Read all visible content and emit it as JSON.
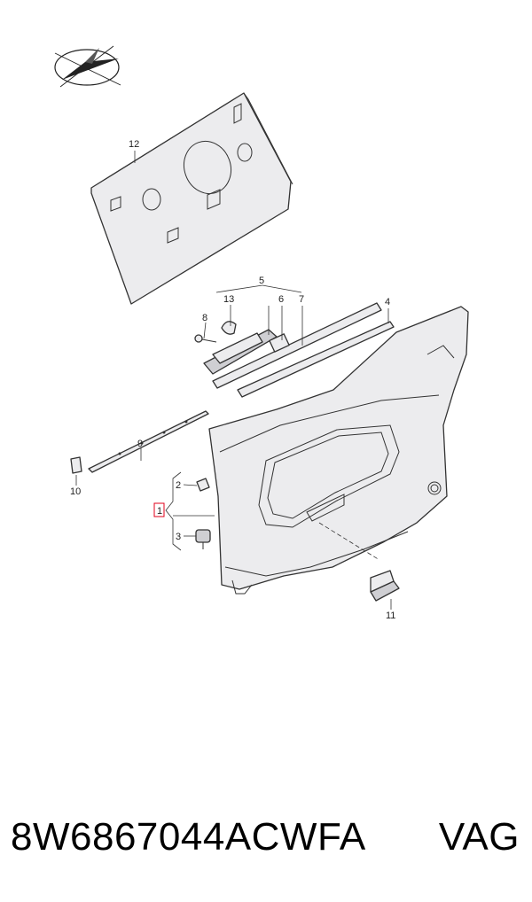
{
  "diagram": {
    "callouts": {
      "c1": "1",
      "c2": "2",
      "c3": "3",
      "c4": "4",
      "c5": "5",
      "c6": "6",
      "c7": "7",
      "c8": "8",
      "c9": "9",
      "c10": "10",
      "c11": "11",
      "c12": "12",
      "c13": "13"
    },
    "highlight_color": "#e0001b"
  },
  "footer": {
    "part_number": "8W6867044ACWFA",
    "brand": "VAG"
  }
}
